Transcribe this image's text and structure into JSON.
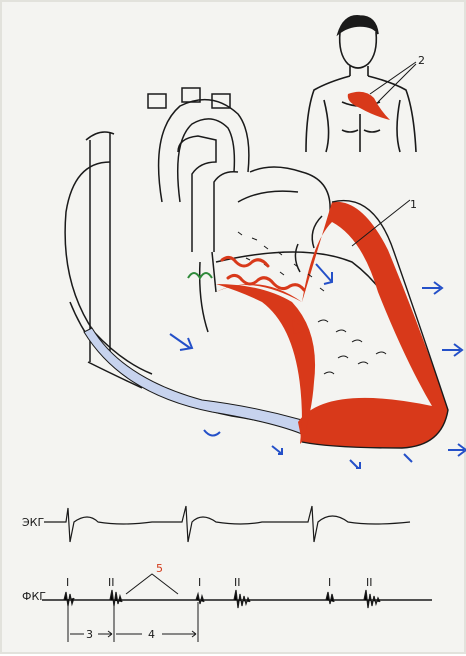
{
  "labels": {
    "callout_1": "1",
    "callout_2": "2",
    "callout_3": "3",
    "callout_4": "4",
    "callout_5": "5"
  },
  "ecg": {
    "label": "ЭКГ"
  },
  "pcg": {
    "label": "ФКГ",
    "sound_marks": [
      "I",
      "II",
      "I",
      "II",
      "I",
      "II"
    ]
  },
  "colors": {
    "muscle": "#d8391a",
    "arrows": "#2450c8",
    "ink": "#1a1a1a",
    "paper": "#f4f4f1"
  }
}
